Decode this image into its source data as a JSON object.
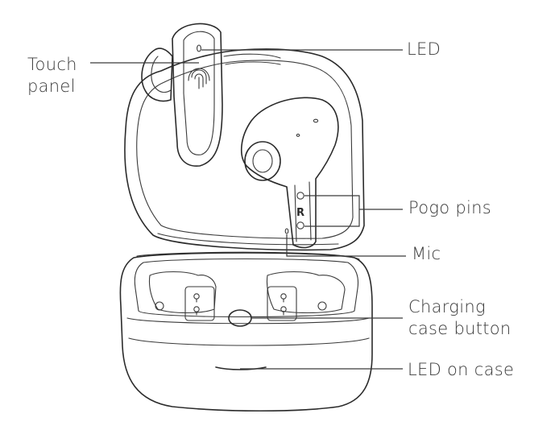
{
  "labels": {
    "touch_panel_line1": "Touch",
    "touch_panel_line2": "panel",
    "led": "LED",
    "pogo_pins": "Pogo pins",
    "mic": "Mic",
    "charging_line1": "Charging",
    "charging_line2": "case button",
    "led_on_case": "LED on case"
  },
  "earbud_side_marking": "R",
  "colors": {
    "line": "#2b2b2b",
    "text": "#3a3a3a",
    "background": "#ffffff"
  }
}
